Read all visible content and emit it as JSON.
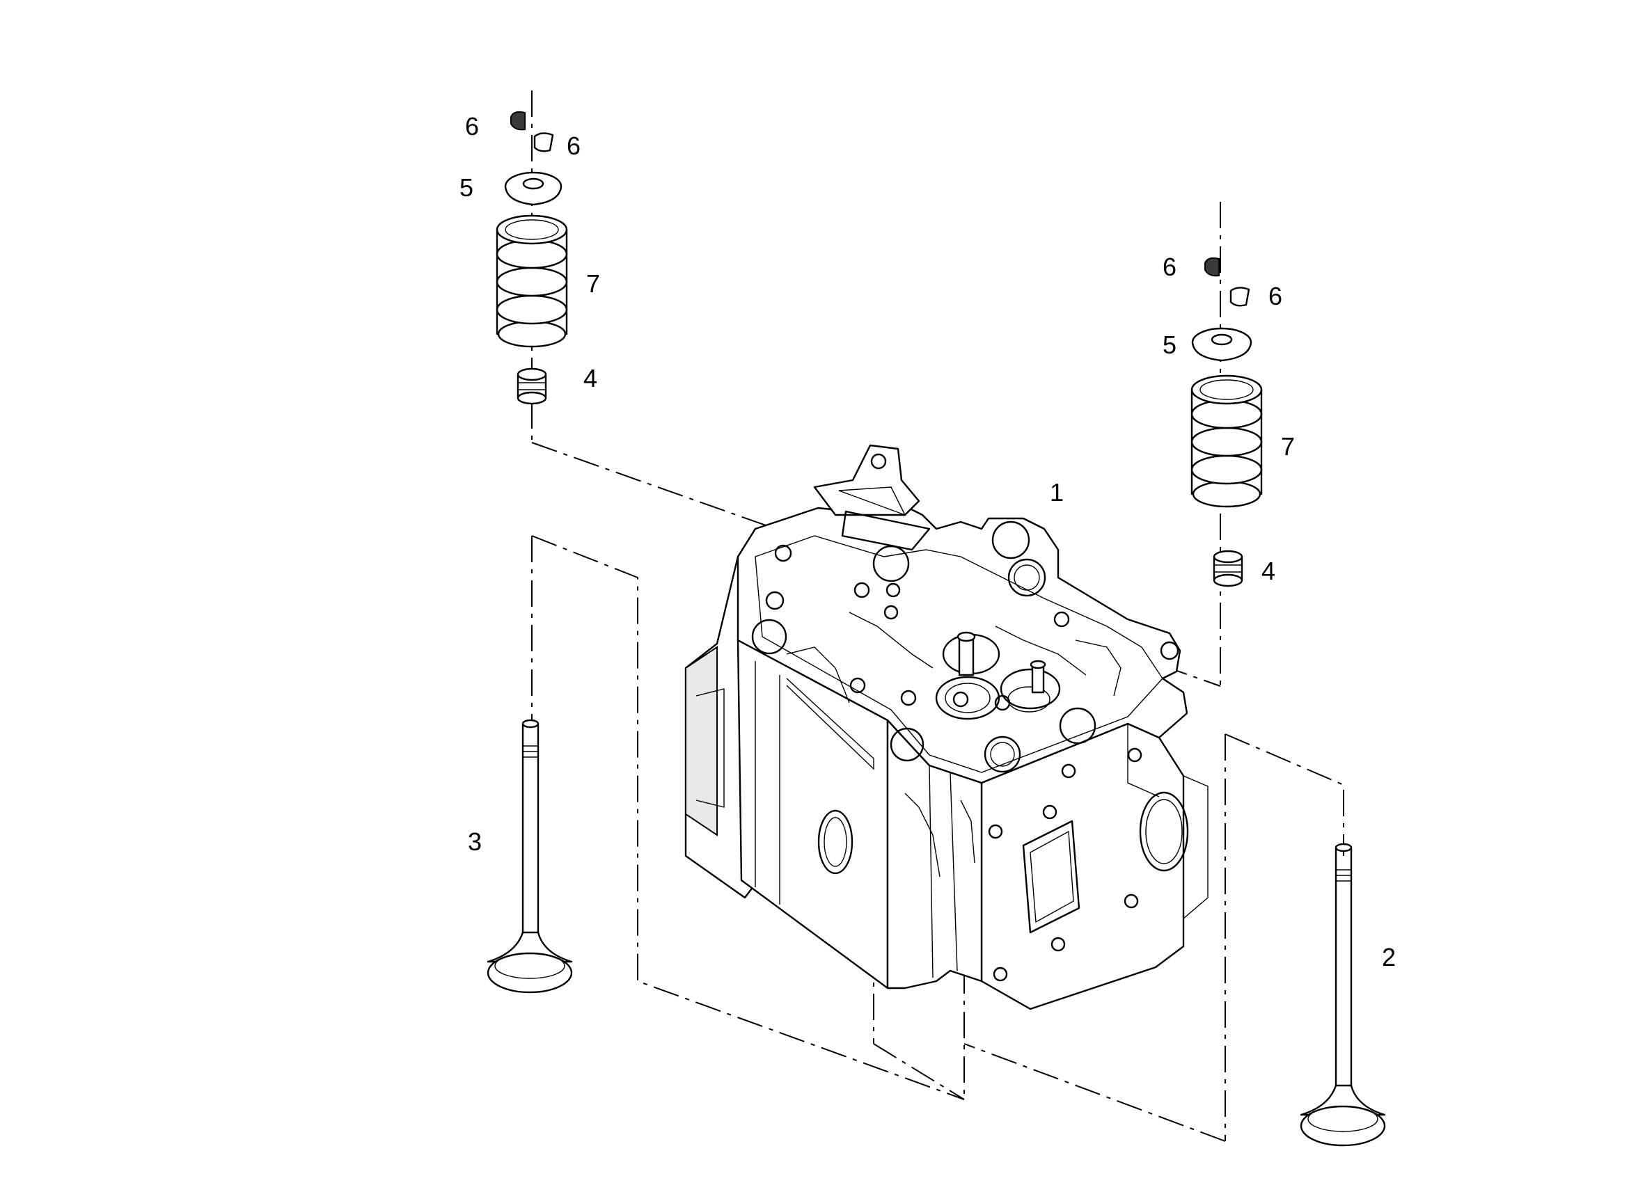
{
  "callouts": {
    "c1": "1",
    "c2": "2",
    "c3": "3",
    "c4_left": "4",
    "c4_right": "4",
    "c5_left": "5",
    "c5_right": "5",
    "c6_left_a": "6",
    "c6_left_b": "6",
    "c6_right_a": "6",
    "c6_right_b": "6",
    "c7_left": "7",
    "c7_right": "7"
  },
  "colors": {
    "line": "#000000",
    "background": "#ffffff"
  }
}
